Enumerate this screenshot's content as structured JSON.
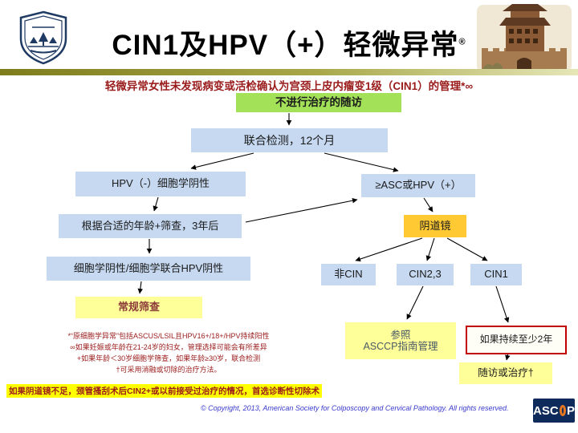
{
  "title": "CIN1及HPV（+）轻微异常",
  "title_mark": "®",
  "subtitle": "轻微异常女性未发现病变或活检确认为宫颈上皮内瘤变1级（CIN1）的管理*∞",
  "flow": {
    "follow_up": "不进行治疗的随访",
    "cotest": "联合检测，12个月",
    "hpv_neg": "HPV（-）细胞学阴性",
    "asc_or_hpv": "≥ASC或HPV（+）",
    "retest": "根据合适的年龄+筛查，3年后",
    "colposcopy": "阴道镜",
    "cyto_neg": "细胞学阴性/细胞学联合HPV阴性",
    "no_cin": "非CIN",
    "cin23": "CIN2,3",
    "cin1": "CIN1",
    "routine": "常规筛查",
    "asccp_line1": "参照",
    "asccp_line2": "ASCCP指南管理",
    "persist": "如果持续至少2年",
    "followup_treat": "随访或治疗†"
  },
  "footnotes": [
    "*“原细胞学异常”包括ASCUS/LSIL且HPV16+/18+/HPV持续阳性",
    "∞如果妊娠或年龄在21-24岁的妇女，管理选择可能会有所差异",
    "+如果年龄＜30岁细胞学筛查，如果年龄≥30岁，联合检测",
    "†可采用消融或切除的治疗方法。"
  ],
  "highlight_note": "如果阴道镜不足，颈管搔刮术后CIN2+或以前接受过治疗的情况，首选诊断性切除术",
  "copyright": "© Copyright, 2013, American Society for Colposcopy and Cervical Pathology. All rights reserved.",
  "ascp_logo": {
    "text_left": "ASC",
    "text_right": "P"
  },
  "colors": {
    "box_blue": "#c6d9f1",
    "box_green": "#a3e159",
    "box_gold": "#ffc933",
    "box_pale_yellow": "#ffff99",
    "persist_border_red": "#c00000",
    "note_dark_red": "#9a1b1b",
    "bar_olive": "#7d7d1e",
    "copyright_blue": "#3939cc",
    "logo_navy": "#0f2b5b",
    "logo_orange": "#e87722"
  }
}
